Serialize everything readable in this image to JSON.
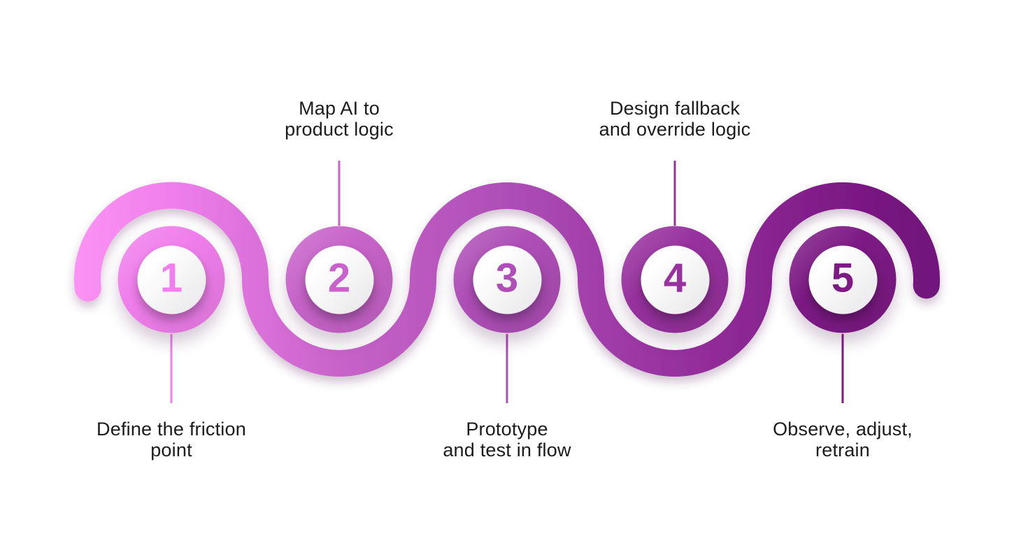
{
  "background_color": "#ffffff",
  "label_text_color": "#1c1c1c",
  "wave": {
    "gradient_stops": [
      "#fb92f3",
      "#f07eec",
      "#c763c9",
      "#ae4eb7",
      "#97319e",
      "#7d1a85",
      "#70137b"
    ]
  },
  "steps": [
    {
      "number": "1",
      "color": "#f07eec",
      "label_line1": "Define the friction",
      "label_line2": "point",
      "label_position": "below"
    },
    {
      "number": "2",
      "color": "#c763c9",
      "label_line1": "Map AI to",
      "label_line2": "product logic",
      "label_position": "above"
    },
    {
      "number": "3",
      "color": "#ae4eb7",
      "label_line1": "Prototype",
      "label_line2": "and test in flow",
      "label_position": "below"
    },
    {
      "number": "4",
      "color": "#97319e",
      "label_line1": "Design fallback",
      "label_line2": "and override logic",
      "label_position": "above"
    },
    {
      "number": "5",
      "color": "#7d1a85",
      "label_line1": "Observe, adjust,",
      "label_line2": "retrain",
      "label_position": "below"
    }
  ]
}
